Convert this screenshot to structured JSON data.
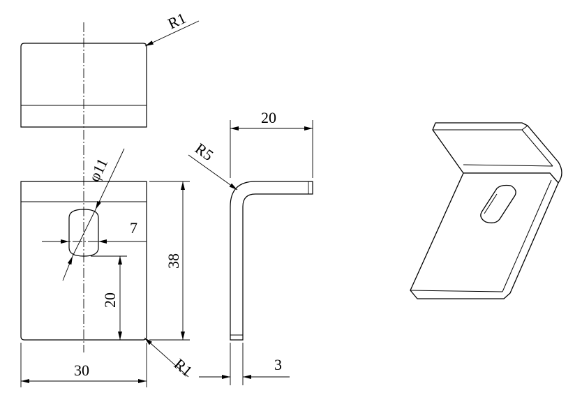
{
  "dimensions": {
    "radius_top": "R1",
    "radius_bottom": "R1",
    "hole_diameter": "φ11",
    "slot_width": "7",
    "height": "38",
    "hole_offset": "20",
    "width": "30",
    "side_length": "20",
    "bend_radius": "R5",
    "thickness": "3"
  }
}
